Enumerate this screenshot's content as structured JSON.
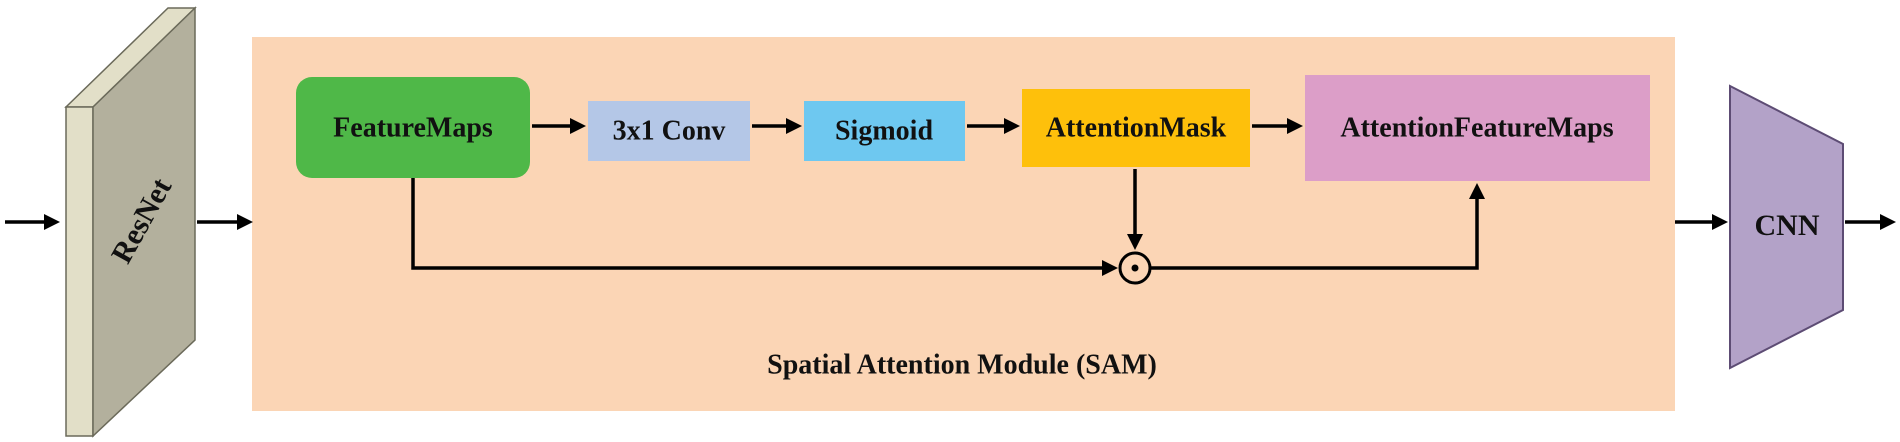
{
  "resnet": {
    "label": "ResNet",
    "front_color": "#b3b09d",
    "side_color": "#e2dfc8"
  },
  "sam": {
    "label": "Spatial Attention Module (SAM)",
    "background": "#fbd5b5",
    "nodes": {
      "feature_maps": {
        "label": "FeatureMaps",
        "color": "#4fb848"
      },
      "conv": {
        "label": "3x1 Conv",
        "color": "#b4c7e7"
      },
      "sigmoid": {
        "label": "Sigmoid",
        "color": "#6ec8f0"
      },
      "attention_mask": {
        "label": "AttentionMask",
        "color": "#fec00b"
      },
      "attention_feature_maps": {
        "label": "AttentionFeatureMaps",
        "color": "#dc9ec8"
      }
    },
    "operator": {
      "symbol": "⊙",
      "name": "element-wise product"
    }
  },
  "cnn": {
    "label": "CNN",
    "color": "#b3a2c8"
  }
}
